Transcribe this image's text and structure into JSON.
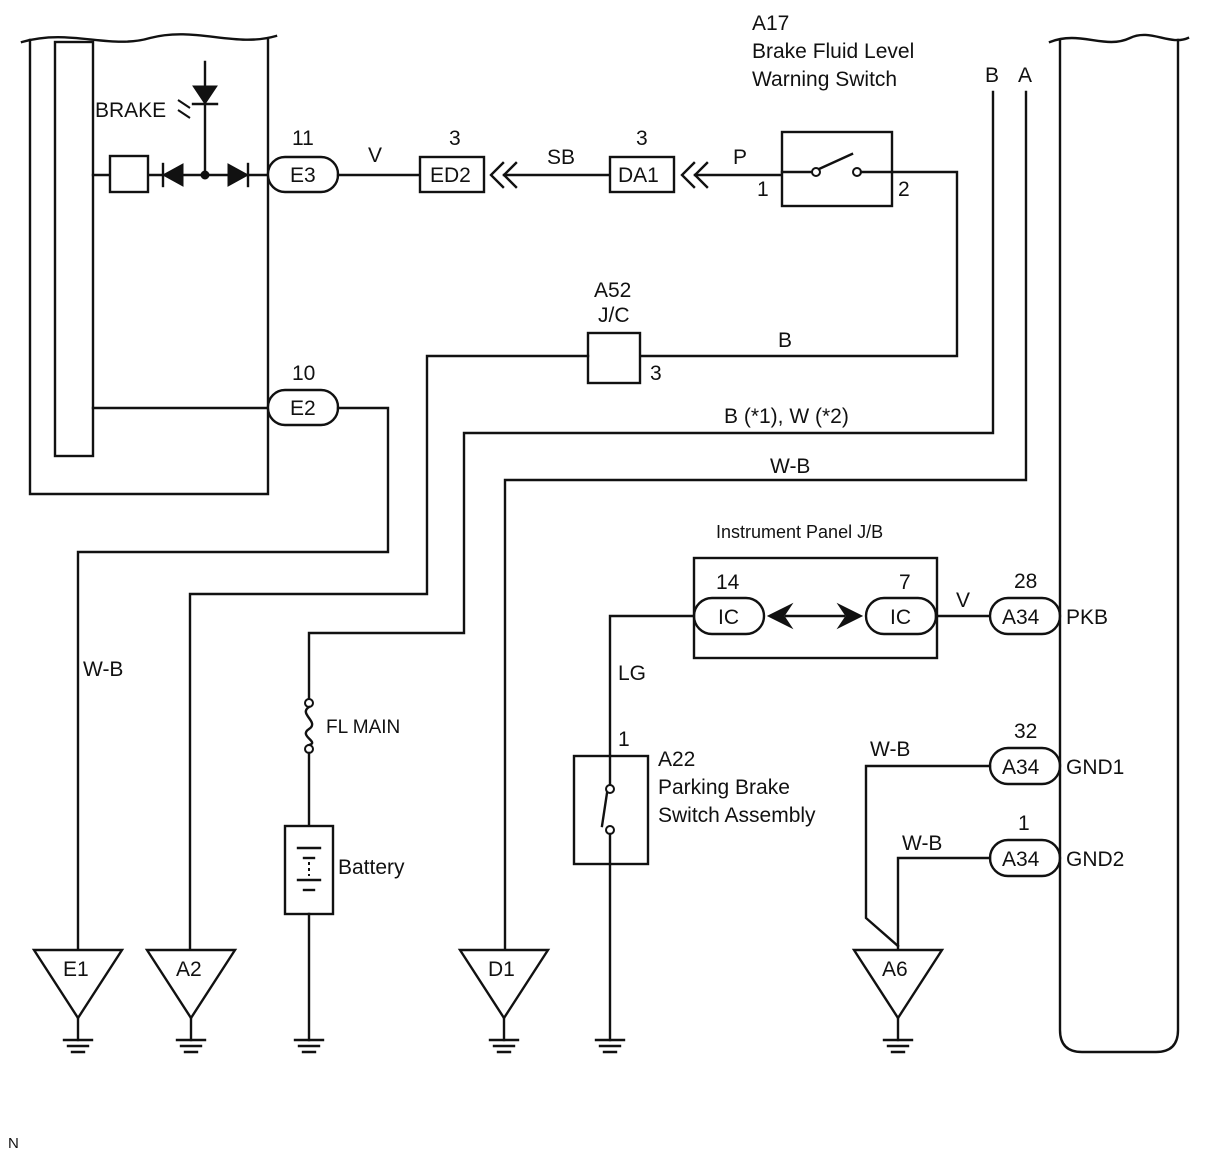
{
  "components": {
    "a17": {
      "id": "A17",
      "line1": "Brake Fluid Level",
      "line2": "Warning Switch",
      "pin_left": "1",
      "pin_right": "2"
    },
    "a52": {
      "id": "A52",
      "sub": "J/C",
      "pin": "3"
    },
    "a22": {
      "id": "A22",
      "line1": "Parking Brake",
      "line2": "Switch Assembly",
      "pin": "1"
    },
    "ipjb": {
      "title": "Instrument Panel J/B",
      "pin_left": "14",
      "pin_right": "7",
      "connector": "IC"
    },
    "fuse": {
      "label": "FL MAIN"
    },
    "battery": {
      "label": "Battery"
    },
    "meter": {
      "brake_label": "BRAKE"
    }
  },
  "connectors": {
    "e3": {
      "name": "E3",
      "pin": "11"
    },
    "e2": {
      "name": "E2",
      "pin": "10"
    },
    "ed2": {
      "name": "ED2",
      "pin": "3"
    },
    "da1": {
      "name": "DA1",
      "pin": "3"
    },
    "a34_pkb": {
      "name": "A34",
      "pin": "28",
      "terminal": "PKB"
    },
    "a34_gnd1": {
      "name": "A34",
      "pin": "32",
      "terminal": "GND1"
    },
    "a34_gnd2": {
      "name": "A34",
      "pin": "1",
      "terminal": "GND2"
    }
  },
  "wire_colors": {
    "e3_ed2": "V",
    "ed2_da1": "SB",
    "da1_a17": "P",
    "a17_a52": "B",
    "b_line": "B (*1), W (*2)",
    "a_line": "W-B",
    "e1_line": "W-B",
    "lg_line": "LG",
    "pkb_line": "V",
    "gnd1_line": "W-B",
    "gnd2_line": "W-B"
  },
  "ecu_pins": {
    "b": "B",
    "a": "A"
  },
  "grounds": {
    "e1": "E1",
    "a2": "A2",
    "d1": "D1",
    "a6": "A6"
  },
  "footer_note": "N"
}
